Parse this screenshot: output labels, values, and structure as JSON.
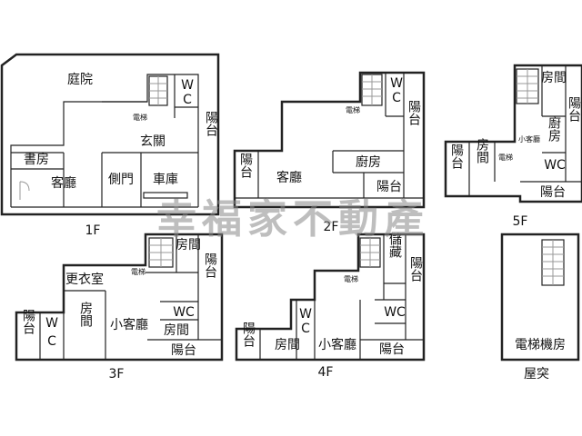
{
  "watermark": "幸福家不動產",
  "floors": {
    "f1": {
      "label": "1F",
      "rooms": {
        "courtyard": "庭院",
        "wc_w": "W",
        "wc_c": "C",
        "elevator": "電梯",
        "balcony": "陽台",
        "foyer": "玄關",
        "study": "書房",
        "living": "客廳",
        "side_door": "側門",
        "garage": "車庫"
      }
    },
    "f2": {
      "label": "2F",
      "rooms": {
        "wc_w": "W",
        "wc_c": "C",
        "elevator": "電梯",
        "balcony_right": "陽台",
        "balcony_left": "陽台",
        "living": "客廳",
        "kitchen": "廚房",
        "balcony_bottom": "陽台"
      }
    },
    "f3": {
      "label": "3F",
      "rooms": {
        "bedroom_top": "房間",
        "elevator": "電梯",
        "balcony_right": "陽台",
        "closet": "更衣室",
        "bedroom_left": "房間",
        "small_living": "小客廳",
        "wc": "WC",
        "bedroom_small": "房間",
        "balcony_left": "陽台",
        "wc_w": "W",
        "wc_c": "C",
        "balcony_bottom": "陽台"
      }
    },
    "f4": {
      "label": "4F",
      "rooms": {
        "storage": "儲藏",
        "elevator": "電梯",
        "balcony_right": "陽台",
        "wc_w": "W",
        "wc_c": "C",
        "balcony_left": "陽台",
        "bedroom": "房間",
        "small_living": "小客廳",
        "wc": "WC",
        "balcony_bottom": "陽台"
      }
    },
    "f5": {
      "label": "5F",
      "rooms": {
        "bedroom_top": "房間",
        "balcony_right": "陽台",
        "small_living": "小客廳",
        "kitchen": "廚房",
        "elevator": "電梯",
        "wc": "WC",
        "balcony_left": "陽台",
        "bedroom_left": "房間",
        "balcony_bottom": "陽台"
      }
    },
    "roof": {
      "label": "屋突",
      "rooms": {
        "machine_room": "電梯機房"
      }
    }
  }
}
